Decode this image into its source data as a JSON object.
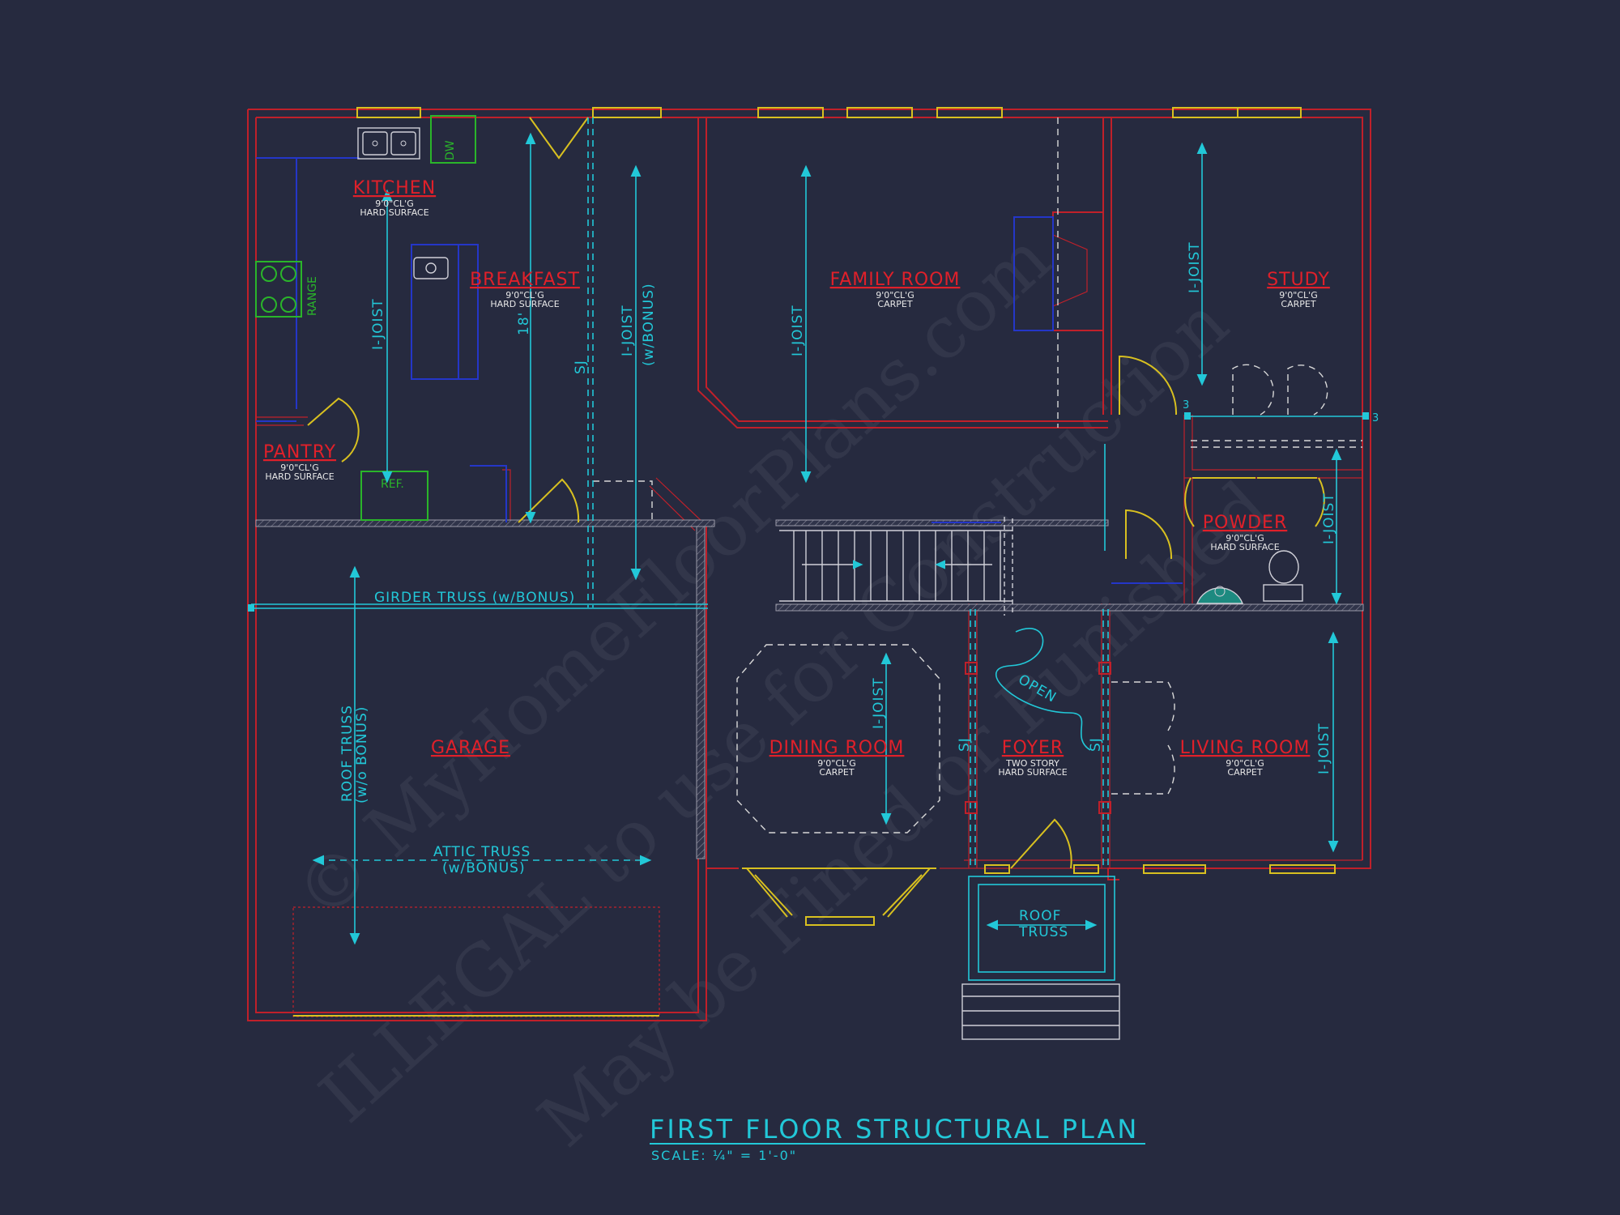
{
  "drawing": {
    "title": "FIRST FLOOR STRUCTURAL PLAN",
    "scale": "SCALE: ¼\" = 1'-0\""
  },
  "watermark": {
    "line1": "© MyHomeFloorPlans.com",
    "line2": "ILLEGAL to use for Construction",
    "line3": "May be Fined or Punished"
  },
  "rooms": {
    "kitchen": {
      "name": "KITCHEN",
      "ceiling": "9'0\"CL'G",
      "finish": "HARD SURFACE"
    },
    "breakfast": {
      "name": "BREAKFAST",
      "ceiling": "9'0\"CL'G",
      "finish": "HARD SURFACE"
    },
    "family_room": {
      "name": "FAMILY ROOM",
      "ceiling": "9'0\"CL'G",
      "finish": "CARPET"
    },
    "study": {
      "name": "STUDY",
      "ceiling": "9'0\"CL'G",
      "finish": "CARPET"
    },
    "pantry": {
      "name": "PANTRY",
      "ceiling": "9'0\"CL'G",
      "finish": "HARD SURFACE"
    },
    "powder": {
      "name": "POWDER",
      "ceiling": "9'0\"CL'G",
      "finish": "HARD SURFACE"
    },
    "garage": {
      "name": "GARAGE"
    },
    "dining_room": {
      "name": "DINING ROOM",
      "ceiling": "9'0\"CL'G",
      "finish": "CARPET"
    },
    "foyer": {
      "name": "FOYER",
      "ceiling": "TWO STORY",
      "finish": "HARD SURFACE"
    },
    "living_room": {
      "name": "LIVING ROOM",
      "ceiling": "9'0\"CL'G",
      "finish": "CARPET"
    }
  },
  "fixtures": {
    "range": "RANGE",
    "dishwasher": "DW",
    "refrigerator": "REF."
  },
  "structural": {
    "ijoist": "I-JOIST",
    "ijoist_bonus_1": "I-JOIST",
    "ijoist_bonus_2": "(w/BONUS)",
    "sj": "SJ",
    "dim_18": "18'",
    "girder": "GIRDER TRUSS (w/BONUS)",
    "roof_truss_1": "ROOF TRUSS",
    "roof_truss_2": "(w/o BONUS)",
    "attic_1": "ATTIC TRUSS",
    "attic_2": "(w/BONUS)",
    "open": "OPEN",
    "porch_truss_1": "ROOF",
    "porch_truss_2": "TRUSS",
    "mark_3": "3"
  },
  "colors": {
    "background": "#262a3f",
    "walls": "#c0202a",
    "windows_doors": "#d8c020",
    "structural_annotation": "#22c8d8",
    "cabinets": "#2436c8",
    "room_labels": "#e0202a"
  }
}
